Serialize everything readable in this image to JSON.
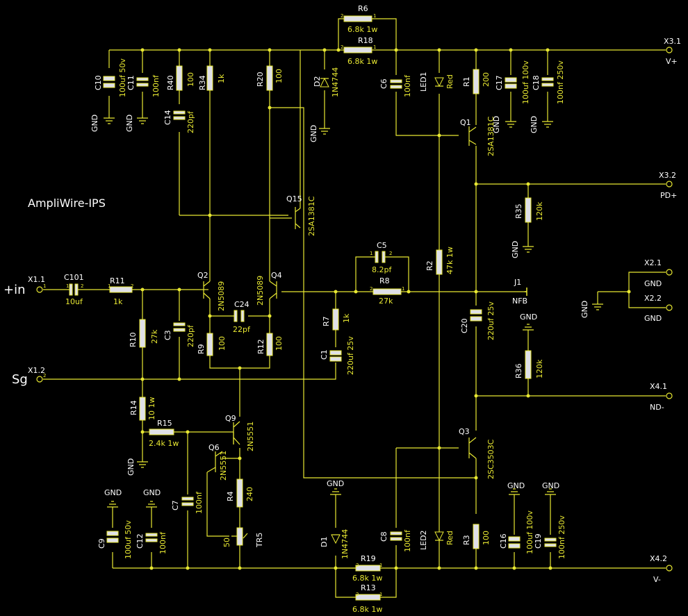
{
  "diagram": {
    "title": "AmpliWire-IPS",
    "terminals": {
      "in_big": "+in",
      "x11": "X1.1",
      "sg_big": "Sg",
      "x12": "X1.2",
      "x31": "X3.1",
      "vplus": "V+",
      "x32": "X3.2",
      "pdplus": "PD+",
      "x21": "X2.1",
      "x22": "X2.2",
      "gnd21": "GND",
      "gnd22": "GND",
      "x41": "X4.1",
      "ndminus": "ND-",
      "x42": "X4.2",
      "vminus": "V-",
      "j1": "J1",
      "nfb": "NFB"
    },
    "components": [
      {
        "id": "C101",
        "ref": "C101",
        "value": "10uf"
      },
      {
        "id": "R11",
        "ref": "R11",
        "value": "1k"
      },
      {
        "id": "R10",
        "ref": "R10",
        "value": "27k"
      },
      {
        "id": "C3",
        "ref": "C3",
        "value": "220pf"
      },
      {
        "id": "R14",
        "ref": "R14",
        "value": "10 1w"
      },
      {
        "id": "R15",
        "ref": "R15",
        "value": "2.4k 1w"
      },
      {
        "id": "Q2",
        "ref": "Q2",
        "value": "2N5089"
      },
      {
        "id": "Q4",
        "ref": "Q4",
        "value": "2N5089"
      },
      {
        "id": "C24",
        "ref": "C24",
        "value": "22pf"
      },
      {
        "id": "R9",
        "ref": "R9",
        "value": "100"
      },
      {
        "id": "R12",
        "ref": "R12",
        "value": "100"
      },
      {
        "id": "C10",
        "ref": "C10",
        "value": "100uf 50v"
      },
      {
        "id": "C11",
        "ref": "C11",
        "value": "100nf"
      },
      {
        "id": "R40",
        "ref": "R40",
        "value": "100"
      },
      {
        "id": "R34",
        "ref": "R34",
        "value": "1k"
      },
      {
        "id": "C14",
        "ref": "C14",
        "value": "220pf"
      },
      {
        "id": "R20",
        "ref": "R20",
        "value": "100"
      },
      {
        "id": "Q15",
        "ref": "Q15",
        "value": "2SA1381C"
      },
      {
        "id": "D2",
        "ref": "D2",
        "value": "1N4744"
      },
      {
        "id": "R6",
        "ref": "R6",
        "value": "6.8k 1w"
      },
      {
        "id": "R18",
        "ref": "R18",
        "value": "6.8k 1w"
      },
      {
        "id": "C6",
        "ref": "C6",
        "value": "100nf"
      },
      {
        "id": "LED1",
        "ref": "LED1",
        "value": "Red"
      },
      {
        "id": "R1",
        "ref": "R1",
        "value": "200"
      },
      {
        "id": "C17",
        "ref": "C17",
        "value": "100uf 100v"
      },
      {
        "id": "C18",
        "ref": "C18",
        "value": "100nf 250v"
      },
      {
        "id": "Q1",
        "ref": "Q1",
        "value": "2SA1381C"
      },
      {
        "id": "R35",
        "ref": "R35",
        "value": "120k"
      },
      {
        "id": "C5",
        "ref": "C5",
        "value": "8.2pf"
      },
      {
        "id": "R8",
        "ref": "R8",
        "value": "27k"
      },
      {
        "id": "R2",
        "ref": "R2",
        "value": "47k 1w"
      },
      {
        "id": "R7",
        "ref": "R7",
        "value": "1k"
      },
      {
        "id": "C1",
        "ref": "C1",
        "value": "220uf 25v"
      },
      {
        "id": "C20",
        "ref": "C20",
        "value": "220uf 25v"
      },
      {
        "id": "R36",
        "ref": "R36",
        "value": "120k"
      },
      {
        "id": "Q9",
        "ref": "Q9",
        "value": "2N5551"
      },
      {
        "id": "Q6",
        "ref": "Q6",
        "value": "2N5551"
      },
      {
        "id": "R4",
        "ref": "R4",
        "value": "240"
      },
      {
        "id": "TR5",
        "ref": "TR5",
        "value": "50"
      },
      {
        "id": "C7",
        "ref": "C7",
        "value": "100nf"
      },
      {
        "id": "C9",
        "ref": "C9",
        "value": "100uf 50v"
      },
      {
        "id": "C12",
        "ref": "C12",
        "value": "100nf"
      },
      {
        "id": "D1",
        "ref": "D1",
        "value": "1N4744"
      },
      {
        "id": "R19",
        "ref": "R19",
        "value": "6.8k 1w"
      },
      {
        "id": "R13",
        "ref": "R13",
        "value": "6.8k 1w"
      },
      {
        "id": "C8",
        "ref": "C8",
        "value": "100nf"
      },
      {
        "id": "LED2",
        "ref": "LED2",
        "value": "Red"
      },
      {
        "id": "R3",
        "ref": "R3",
        "value": "100"
      },
      {
        "id": "C16",
        "ref": "C16",
        "value": "100uf 100v"
      },
      {
        "id": "C19",
        "ref": "C19",
        "value": "100nf 250v"
      },
      {
        "id": "Q3",
        "ref": "Q3",
        "value": "2SC3503C"
      }
    ],
    "gnd_label": "GND",
    "colors": {
      "background": "#000000",
      "wire": "#e8e832",
      "text_white": "#ffffff",
      "body": "#dfe0e8"
    }
  }
}
